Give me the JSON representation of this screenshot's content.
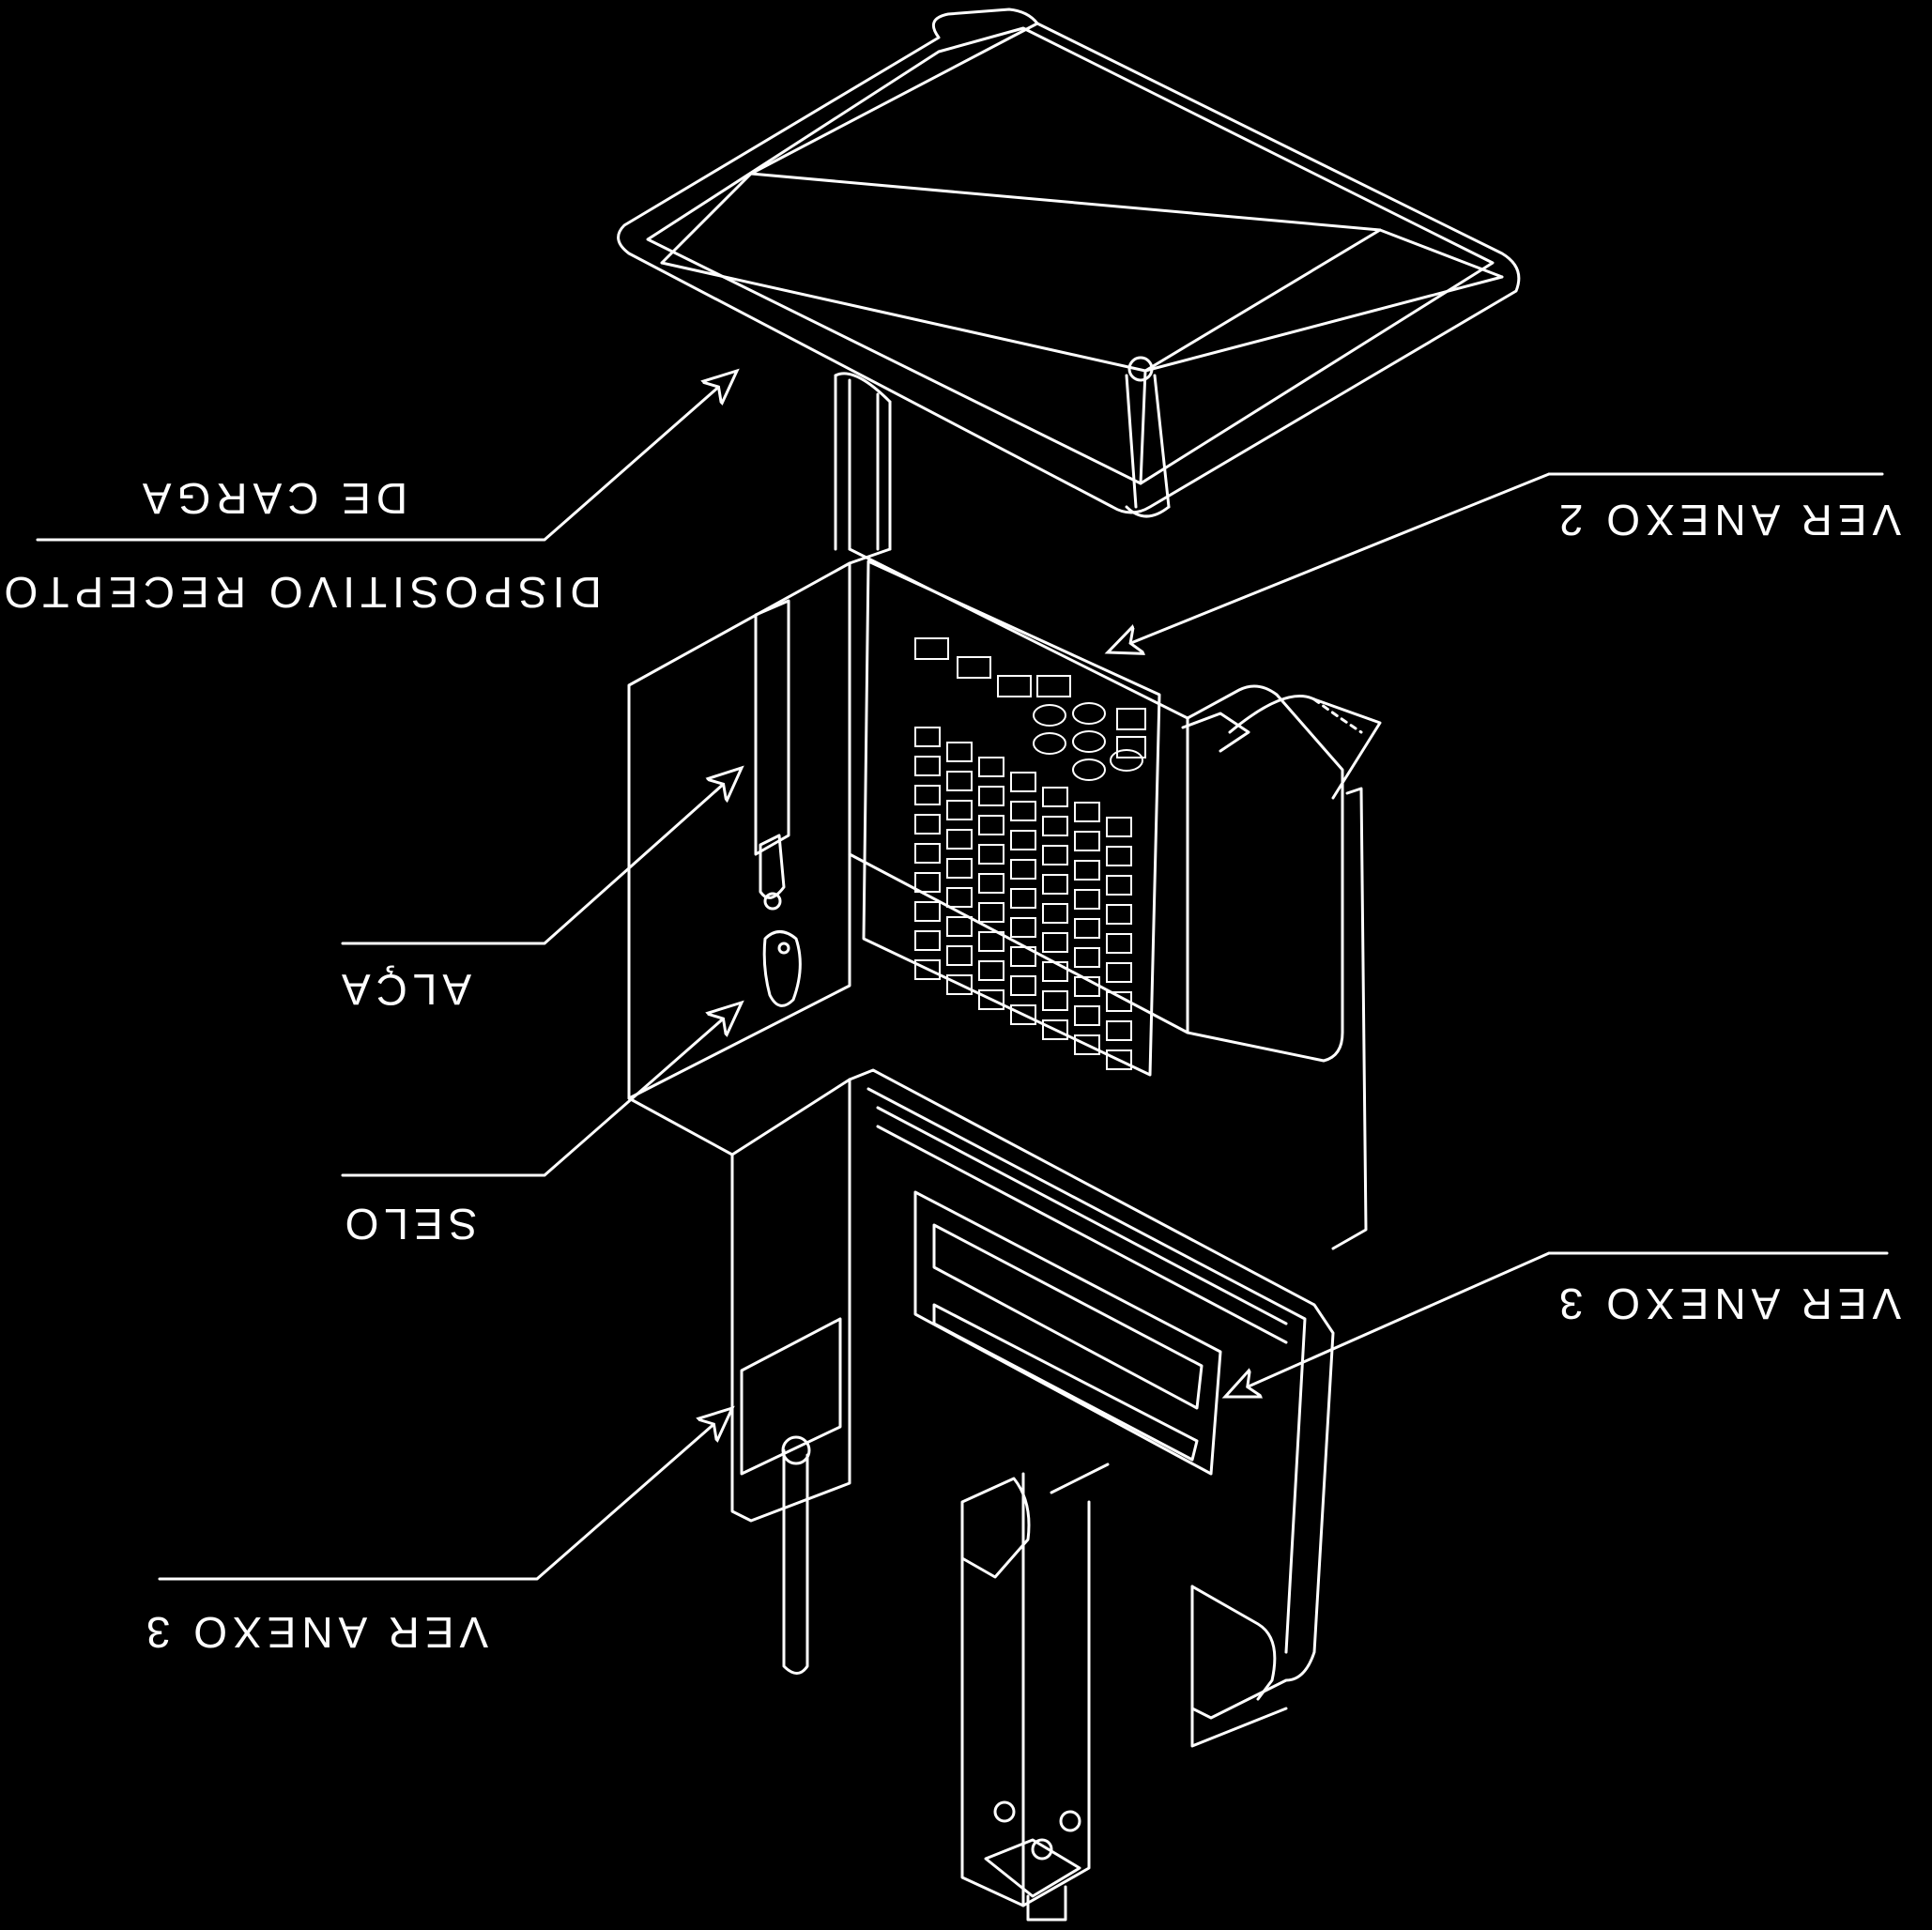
{
  "diagram": {
    "background": "#000000",
    "line_color": "#ffffff",
    "callouts": [
      {
        "id": "receptor",
        "line1": "DISPOSITIVO RECEPTOR",
        "line2": "DE CARGA"
      },
      {
        "id": "alca",
        "text": "ALÇA"
      },
      {
        "id": "selo",
        "text": "SELO"
      },
      {
        "id": "anexo3_left",
        "text": "VER ANEXO 3"
      },
      {
        "id": "anexo2",
        "text": "VER ANEXO 2"
      },
      {
        "id": "anexo3_right",
        "text": "VER ANEXO 3"
      }
    ]
  }
}
